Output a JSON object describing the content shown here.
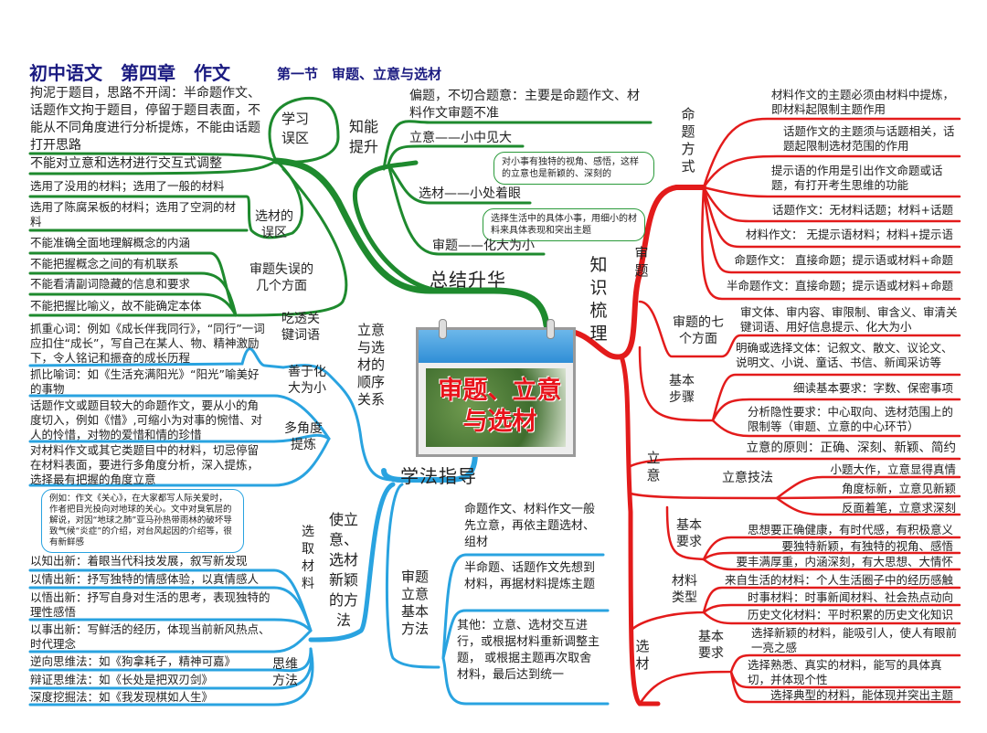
{
  "header": {
    "title": "初中语文　第四章　作文",
    "section": "第一节　审题、立意与选材"
  },
  "center": {
    "title": "审题、立意与选材"
  },
  "green": {
    "hub": "总结升华",
    "upgrade": "知能提升",
    "mistakes": "学习误区",
    "material_mistakes": "选材的误区",
    "review_mistakes": "审题失误的几个方面",
    "m1": "拘泥于题目，思路不开阔：半命题作文、话题作文拘于题目，停留于题目表面，不能从不同角度进行分析提炼，不能由话题打开思路",
    "m2": "不能对立意和选材进行交互式调整",
    "s1": "选用了没用的材料；选用了一般的材料",
    "s2": "选用了陈腐呆板的材料；选用了空洞的材料",
    "r1": "不能准确全面地理解概念的内涵",
    "r2": "不能把握概念之间的有机联系",
    "r3": "不能看清副词隐藏的信息和要求",
    "r4": "不能把握比喻义，故不能确定本体",
    "u1": "偏题，不切合题意：主要是命题作文、材料作文审题不准",
    "u2": "立意——小中见大",
    "u2_note": "对小事有独特的视角、感悟，这样的立意也是新颖的、深刻的",
    "u3": "选材——小处着眼",
    "u3_note": "选择生活中的具体小事，用细小的材料来具体表现和突出主题",
    "u4": "审题——化大为小"
  },
  "blue": {
    "hub": "学法指导",
    "order": "立意与选材的顺序关系",
    "keywords": "吃透关键词语",
    "shrink": "善于化大为小",
    "multi": "多角度提炼",
    "k1": "抓重心词：例如《成长伴我同行》，“同行”一词应扣住“成长”，写自己在某人、物、精神激励下，令人铭记和振奋的成长历程",
    "k2": "抓比喻词：如《生活充满阳光》“阳光”喻美好的事物",
    "k3": "话题作文或题目较大的命题作文，要从小的角度切入，例如《惜》,可缩小为对事的惋惜、对人的怜惜，对物的爱惜和情的珍惜",
    "k4": "对材料作文或其它类题目中的材料，切忌停留在材料表面，要进行多角度分析，深入提炼，选择最有把握的角度立意",
    "new_method": "使立意、选材新颖的方法",
    "choose": "选取材料",
    "thinking": "思维方法",
    "note": "例如：作文《关心》，在大家都写人际关爱时，作者把目光投向对地球的关心。文中对臭氧层的解说，对因“地球之肺”亚马孙热带雨林的破坏导致气候“炎症”的介绍，对台风起因的介绍等，很有新鲜感",
    "n1": "以知出新：着眼当代科技发展，叙写新发现",
    "n2": "以情出新：抒写独特的情感体验，以真情感人",
    "n3": "以悟出新：抒写自身对生活的思考，表现独特的理性感悟",
    "n4": "以事出新：写鲜活的经历，体现当前新风热点、时代理念",
    "t1": "逆向思维法：如《狗拿耗子，精神可嘉》",
    "t2": "辩证思维法：如《长处是把双刃剑》",
    "t3": "深度挖掘法：如《我发现棋如人生》",
    "basic": "审题立意基本方法",
    "b1": "命题作文、材料作文一般先立意，再依主题选材、组材",
    "b2": "半命题、话题作文先想到材料，再据材料提炼主题",
    "b3": "其他：立意、选材交互进行，或根据材料重新调整主题， 或根据主题再次取舍 材料，最后达到统一"
  },
  "red": {
    "hub": "知识梳理",
    "review": "审题",
    "modes": "命题方式",
    "p1": "材料作文的主题必须由材料中提炼，即材料起限制主题作用",
    "p2": "话题作文的主题须与话题相关，话题起限制选材范围的作用",
    "p3": "提示语的作用是引出作文命题或话题，有打开考生思维的功能",
    "p4": "话题作文：无材料话题；材料+话题",
    "p5": "材料作文： 无提示语材料；材料+提示语",
    "p6": "命题作文： 直接命题；提示语或材料+命题",
    "p7": "半命题作文：直接命题；提示语或材料+命题",
    "seven": "审题的七个方面",
    "v1": "审文体、审内容、审限制、审含义、审清关键词语、用好信息提示、化大为小",
    "steps": "基本步骤",
    "st1": "明确或选择文体：记叙文、散文、议论文、说明文、小说、童话、书信、新闻采访等",
    "st2": "细读基本要求：字数、保密事项",
    "st3": "分析隐性要求：中心取向、选材范围上的限制等（审题、立意的中心环节）",
    "idea": "立意",
    "principle": "立意的原则：正确、深刻、新颖、简约",
    "tech": "立意技法",
    "te1": "小题大作，立意显得真情",
    "te2": "角度标新，立意见新颖",
    "te3": "反面着笔，立意求深刻",
    "req": "基本要求",
    "q1": "思想要正确健康，有时代感，有积极意义",
    "q2": "要独特新颖，有独特的视角、感悟",
    "q3": "要丰满厚重，内涵深刻，有大思想、大情怀",
    "material": "选材",
    "types": "材料类型",
    "ty1": "来自生活的材料：个人生活圈子中的经历感触",
    "ty2": "时事材料：时事新闻材料、社会热点动向",
    "ty3": "历史文化材料：平时积累的历史文化知识",
    "mreq": "基本要求",
    "mq1": "选择新颖的材料，能吸引人，使人有眼前一亮之感",
    "mq2": "选择熟悉、真实的材料，能写的具体真切，并体现个性",
    "mq3": "选择典型的材料，能体现并突出主题"
  },
  "colors": {
    "green": "#1e8a2e",
    "blue": "#29a3e0",
    "red": "#e31b1b",
    "title": "#1a1a80"
  }
}
